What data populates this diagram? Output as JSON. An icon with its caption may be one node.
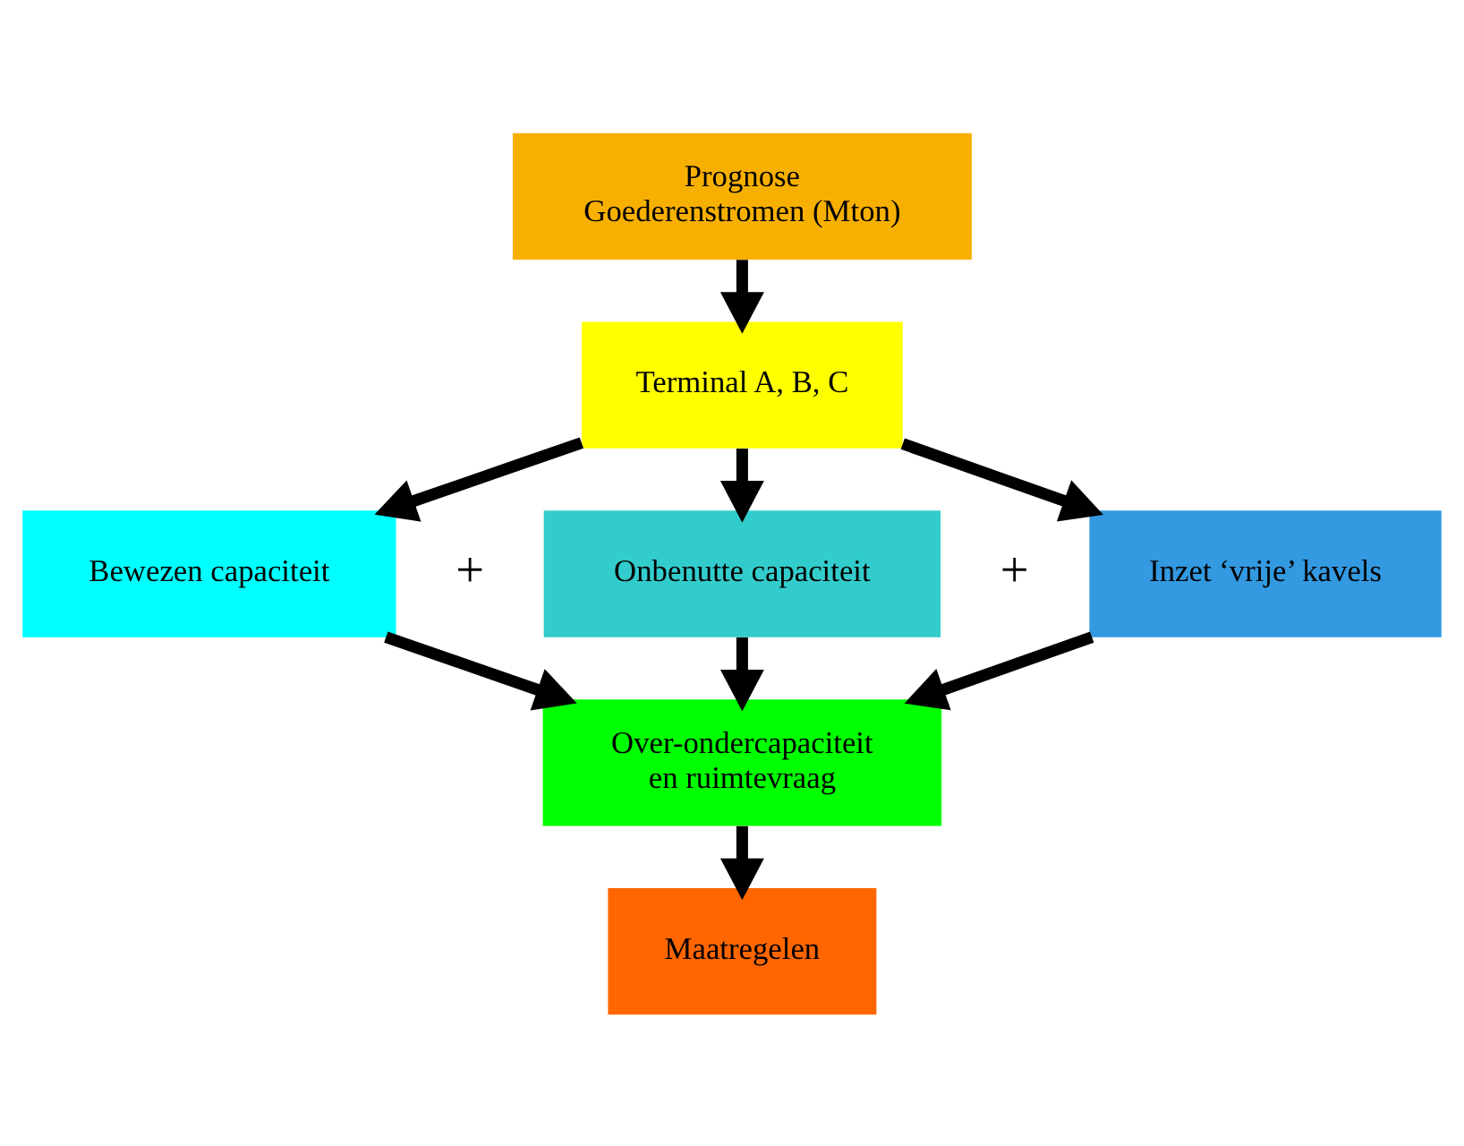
{
  "diagram": {
    "nodes": [
      {
        "text": [
          "Prognose Goederenstromen (Mton)"
        ]
      },
      {
        "text": [
          "Terminal A, B, C"
        ]
      },
      {
        "text": [
          "Bewezen capaciteit"
        ]
      },
      {
        "text": [
          "Onbenutte capaciteit"
        ]
      },
      {
        "text": [
          "Inzet ‘vrije’ kavels"
        ]
      },
      {
        "text": [
          "Over-ondercapaciteit en ruimtevraag"
        ]
      },
      {
        "text": [
          "Maatregelen"
        ]
      }
    ],
    "edges": [
      {
        "from": 0,
        "to": 1,
        "arrow": "to"
      },
      {
        "from": 1,
        "to": 2,
        "arrow": "to"
      },
      {
        "from": 1,
        "to": 3,
        "arrow": "to"
      },
      {
        "from": 1,
        "to": 4,
        "arrow": "to"
      },
      {
        "from": 2,
        "to": 5,
        "arrow": "to"
      },
      {
        "from": 3,
        "to": 5,
        "arrow": "to"
      },
      {
        "from": 4,
        "to": 5,
        "arrow": "to"
      },
      {
        "from": 5,
        "to": 6,
        "arrow": "to"
      }
    ],
    "labels": [
      "+",
      "+"
    ]
  }
}
